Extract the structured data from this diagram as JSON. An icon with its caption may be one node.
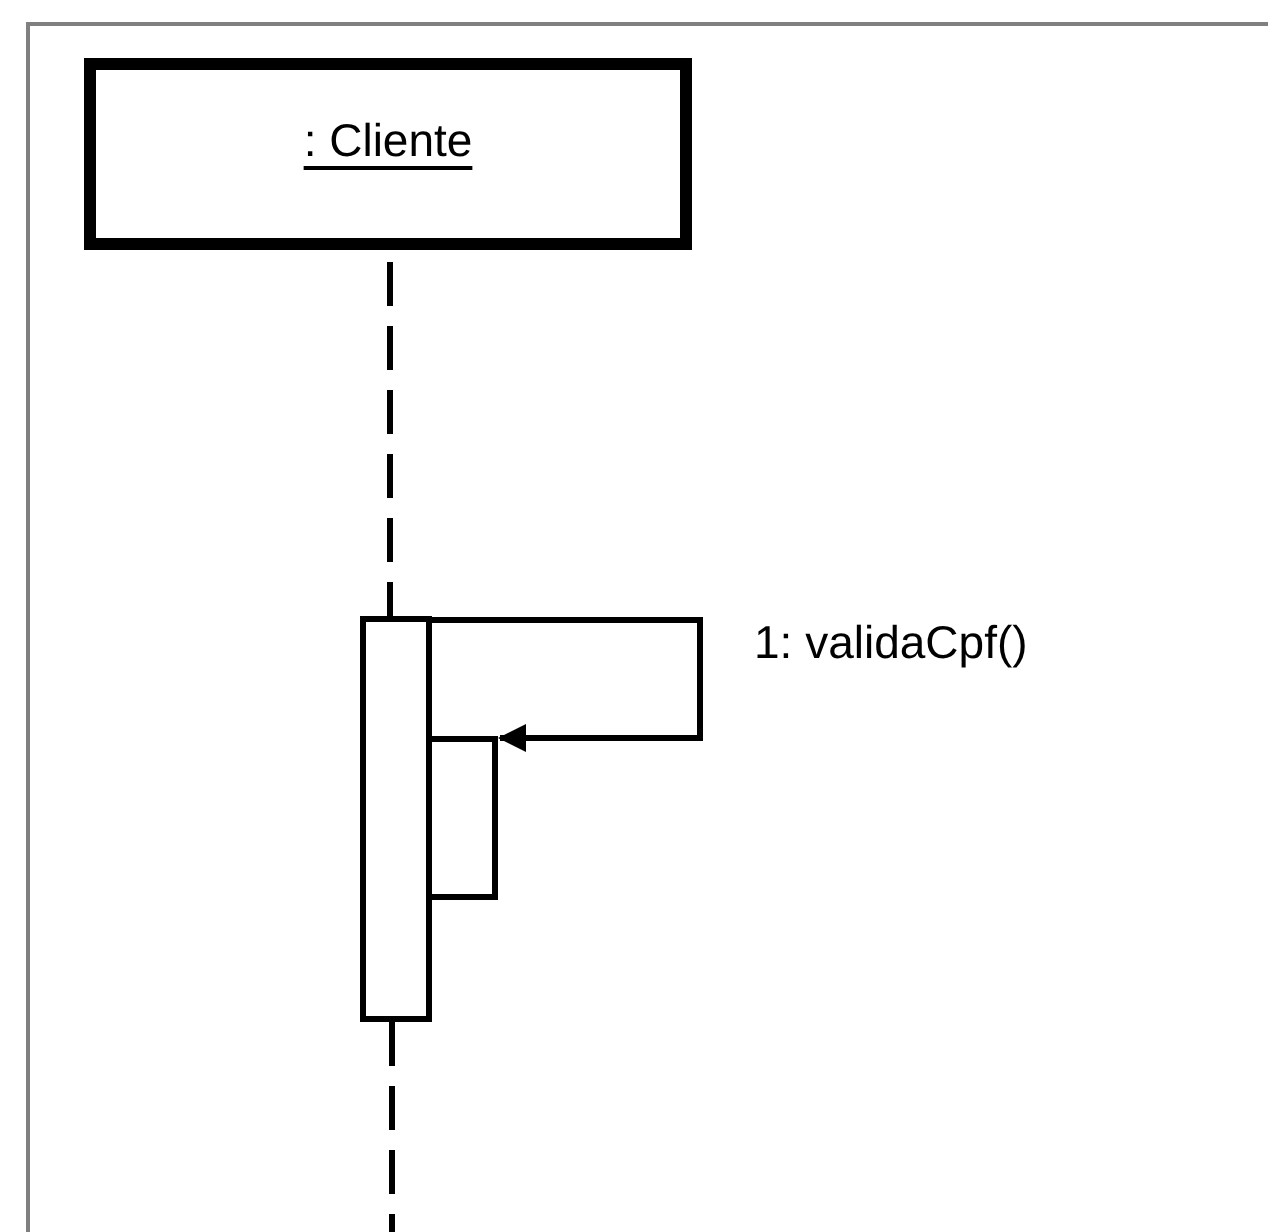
{
  "diagram": {
    "nodes": [
      {
        "text": [
          ": Cliente"
        ]
      },
      {
        "text": [],
        "shape": "bar"
      },
      {
        "text": [],
        "shape": "bar"
      }
    ],
    "edges": [
      {
        "from": 0,
        "to": 1,
        "arrow": "none",
        "style": "dashed"
      },
      {
        "from": 1,
        "to": 2,
        "arrow": "to",
        "label": "1: validaCpf()"
      },
      {
        "from": 1,
        "to": null,
        "arrow": "none",
        "style": "dashed"
      }
    ]
  }
}
